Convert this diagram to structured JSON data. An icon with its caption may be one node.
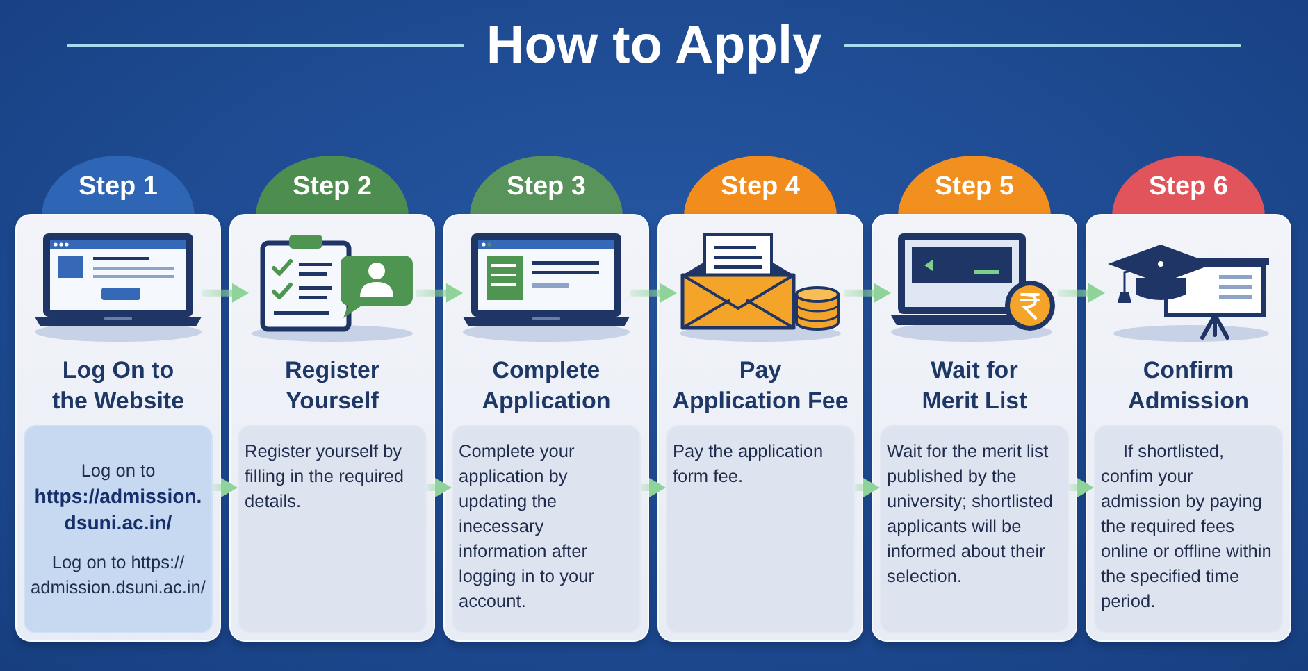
{
  "diagram": {
    "title": "How to Apply",
    "nodes": [
      {
        "text": [
          "Step 1"
        ]
      },
      {
        "text": [
          "Log On to the Website"
        ]
      },
      {
        "text": [],
        "shape": "picture",
        "in": 1
      },
      {
        "text": [
          "Log on to **https://admission. dsuni.ac.in/**",
          "Log on to https:// admission.dsuni.ac.in/"
        ],
        "in": 1
      },
      {
        "text": [
          "Step 2"
        ]
      },
      {
        "text": [
          "Register Yourself"
        ]
      },
      {
        "text": [],
        "shape": "picture",
        "in": 5
      },
      {
        "text": [
          "Register yourself by filling in the required details."
        ],
        "in": 5
      },
      {
        "text": [
          "Step 3"
        ]
      },
      {
        "text": [
          "Complete Application"
        ]
      },
      {
        "text": [],
        "shape": "picture",
        "in": 9
      },
      {
        "text": [
          "Complete your application by updating the inecessary information after logging in to your account."
        ],
        "in": 9
      },
      {
        "text": [
          "Step 4"
        ]
      },
      {
        "text": [
          "Pay Application Fee"
        ]
      },
      {
        "text": [],
        "shape": "picture",
        "in": 13
      },
      {
        "text": [
          "Pay the application form fee."
        ],
        "in": 13
      },
      {
        "text": [
          "Step 5"
        ]
      },
      {
        "text": [
          "Wait for Merit List"
        ]
      },
      {
        "text": [],
        "shape": "picture",
        "in": 17
      },
      {
        "text": [
          "Wait for the merit list published by the university; shortlisted applicants will be informed about their selection."
        ],
        "in": 17
      },
      {
        "text": [
          "Step 6"
        ]
      },
      {
        "text": [
          "Confirm Admission"
        ]
      },
      {
        "text": [],
        "shape": "picture",
        "in": 21
      },
      {
        "text": [
          "If shortlisted, confim your admission by paying the required fees online or offline within the specified time period."
        ],
        "in": 21
      }
    ],
    "edges": [
      {
        "from": 2,
        "to": 6,
        "arrow": "to"
      },
      {
        "from": 3,
        "to": 7,
        "arrow": "to"
      },
      {
        "from": 6,
        "to": 10,
        "arrow": "to"
      },
      {
        "from": 7,
        "to": 11,
        "arrow": "to"
      },
      {
        "from": 10,
        "to": 14,
        "arrow": "to"
      },
      {
        "from": 11,
        "to": 15,
        "arrow": "to"
      },
      {
        "from": 14,
        "to": 18,
        "arrow": "to"
      },
      {
        "from": 15,
        "to": 19,
        "arrow": "to"
      },
      {
        "from": 18,
        "to": 22,
        "arrow": "to"
      },
      {
        "from": 19,
        "to": 23,
        "arrow": "to"
      }
    ]
  }
}
